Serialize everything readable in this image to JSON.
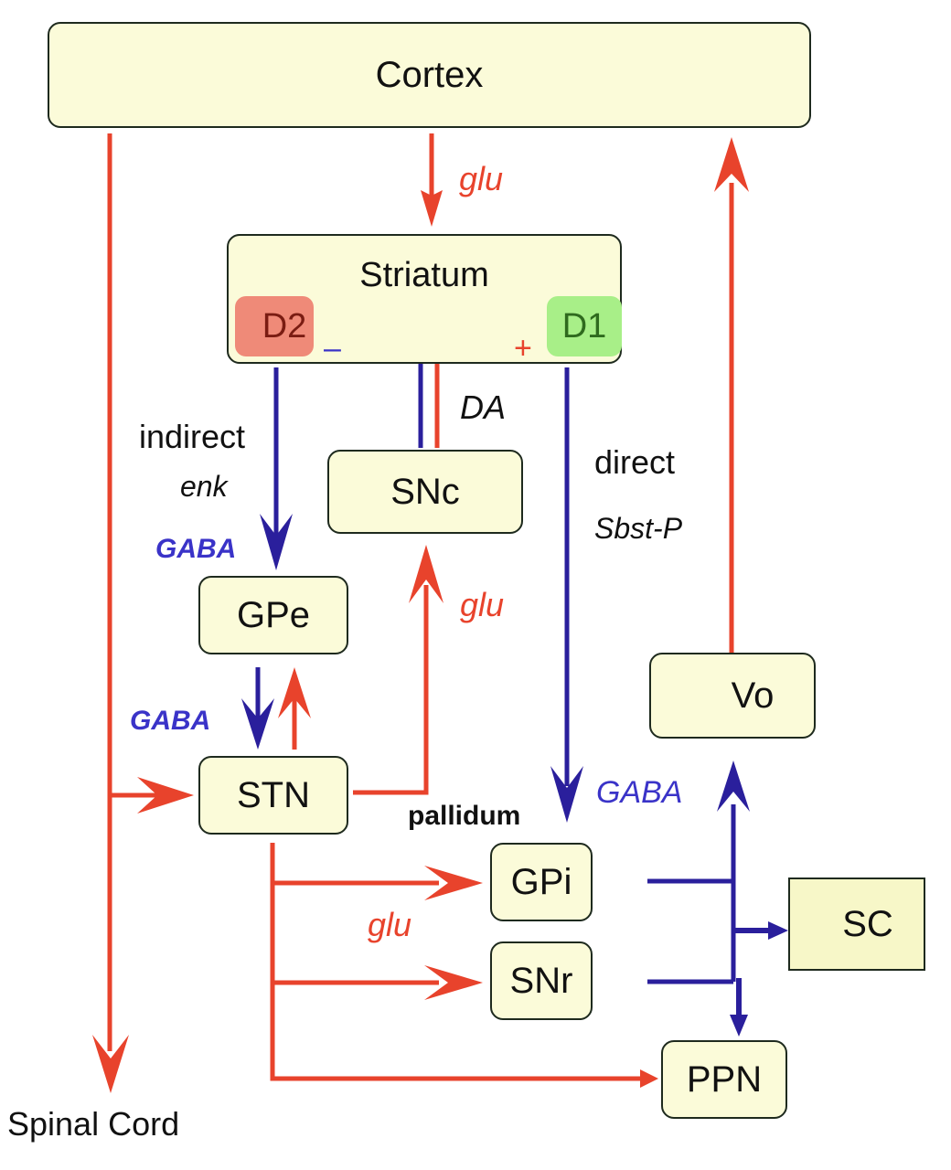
{
  "colors": {
    "excitatory": "#e8432c",
    "inhibitory": "#2a1f9c",
    "inhibitory_light": "#3a33c8",
    "node_fill": "#fbfbd9",
    "d2_fill": "#ef8a78",
    "d1_fill": "#a8ef88"
  },
  "nodes": {
    "cortex": "Cortex",
    "striatum": "Striatum",
    "snc": "SNc",
    "gpe": "GPe",
    "stn": "STN",
    "gpi": "GPi",
    "snr": "SNr",
    "ppn": "PPN",
    "vo": "Vo",
    "sc": "SC"
  },
  "receptors": {
    "d2": "D2",
    "d1": "D1",
    "d2_sign": "–",
    "d1_sign": "+"
  },
  "labels": {
    "glu_cortex": "glu",
    "da": "DA",
    "indirect": "indirect",
    "enk": "enk",
    "gaba_gpe": "GABA",
    "direct": "direct",
    "sbst_p": "Sbst-P",
    "glu_snc": "glu",
    "gaba_stn": "GABA",
    "gaba_gpi": "GABA",
    "pallidum": "pallidum",
    "glu_stn": "glu",
    "spinal_cord": "Spinal Cord"
  },
  "connections": [
    {
      "from": "Cortex",
      "to": "Striatum",
      "type": "excitatory",
      "transmitter": "glu"
    },
    {
      "from": "Cortex",
      "to": "Spinal Cord",
      "type": "excitatory"
    },
    {
      "from": "Cortex",
      "to": "STN",
      "type": "excitatory"
    },
    {
      "from": "SNc",
      "to": "D2",
      "type": "inhibitory",
      "transmitter": "DA"
    },
    {
      "from": "SNc",
      "to": "D1",
      "type": "excitatory",
      "transmitter": "DA"
    },
    {
      "from": "D2",
      "to": "GPe",
      "type": "inhibitory",
      "pathway": "indirect",
      "transmitter": "GABA"
    },
    {
      "from": "D1",
      "to": "GPi",
      "type": "inhibitory",
      "pathway": "direct",
      "transmitter": "GABA"
    },
    {
      "from": "GPe",
      "to": "STN",
      "type": "inhibitory",
      "transmitter": "GABA"
    },
    {
      "from": "STN",
      "to": "GPe",
      "type": "excitatory"
    },
    {
      "from": "STN",
      "to": "SNc",
      "type": "excitatory",
      "transmitter": "glu"
    },
    {
      "from": "STN",
      "to": "GPi",
      "type": "excitatory",
      "transmitter": "glu"
    },
    {
      "from": "STN",
      "to": "SNr",
      "type": "excitatory",
      "transmitter": "glu"
    },
    {
      "from": "STN",
      "to": "PPN",
      "type": "excitatory"
    },
    {
      "from": "GPi",
      "to": "Vo",
      "type": "inhibitory",
      "transmitter": "GABA"
    },
    {
      "from": "SNr",
      "to": "Vo",
      "type": "inhibitory"
    },
    {
      "from": "GPi/SNr",
      "to": "SC",
      "type": "inhibitory"
    },
    {
      "from": "GPi/SNr",
      "to": "PPN",
      "type": "inhibitory"
    },
    {
      "from": "Vo",
      "to": "Cortex",
      "type": "excitatory"
    }
  ]
}
